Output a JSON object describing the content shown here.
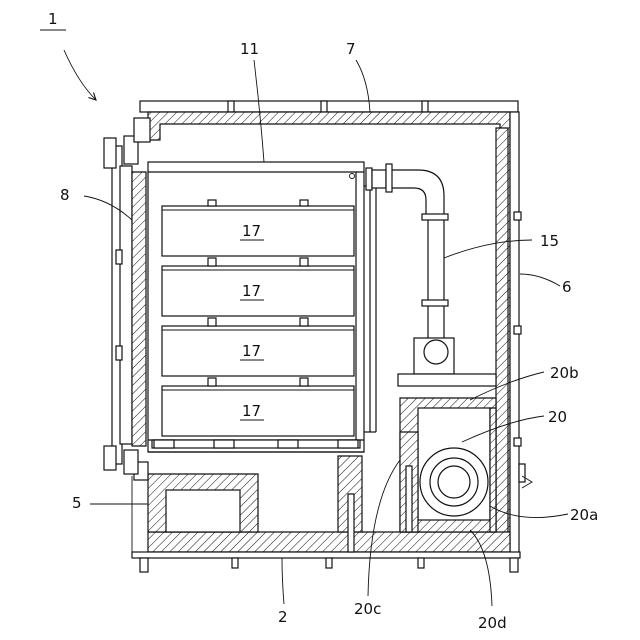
{
  "labels": {
    "figure": "1",
    "housing": "6",
    "top_wall": "7",
    "door": "8",
    "chamber": "11",
    "duct": "15",
    "tray_1": "17",
    "tray_2": "17",
    "tray_3": "17",
    "tray_4": "17",
    "base": "2",
    "left_box": "5",
    "blower_box": "20",
    "blower_top": "20b",
    "blower_side": "20a",
    "partition": "20c",
    "blower_bottom": "20d"
  }
}
